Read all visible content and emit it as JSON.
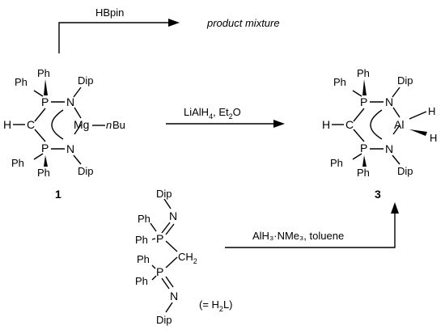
{
  "top_arrow": {
    "reagent": "HBpin",
    "product": "product mixture"
  },
  "compound1": {
    "label": "1",
    "ph": "Ph",
    "p": "P",
    "n": "N",
    "dip": "Dip",
    "metal": "Mg",
    "alkyl_italic": "n",
    "alkyl": "Bu",
    "h": "H",
    "c": "C"
  },
  "middle_arrow": {
    "reagent_main": "LiAlH",
    "reagent_sub": "4",
    "reagent_tail": ", Et",
    "reagent_tail_sub": "2",
    "reagent_end": "O"
  },
  "compound3": {
    "label": "3",
    "ph": "Ph",
    "p": "P",
    "n": "N",
    "dip": "Dip",
    "metal": "Al",
    "h": "H",
    "c": "C"
  },
  "ligand": {
    "dip": "Dip",
    "n": "N",
    "ph": "Ph",
    "p": "P",
    "ch": "CH",
    "ch_sub": "2",
    "note_open": "(= H",
    "note_sub": "2",
    "note_close": "L)"
  },
  "bottom_arrow": {
    "reagent": "AlH₃·NMe₃, toluene"
  }
}
